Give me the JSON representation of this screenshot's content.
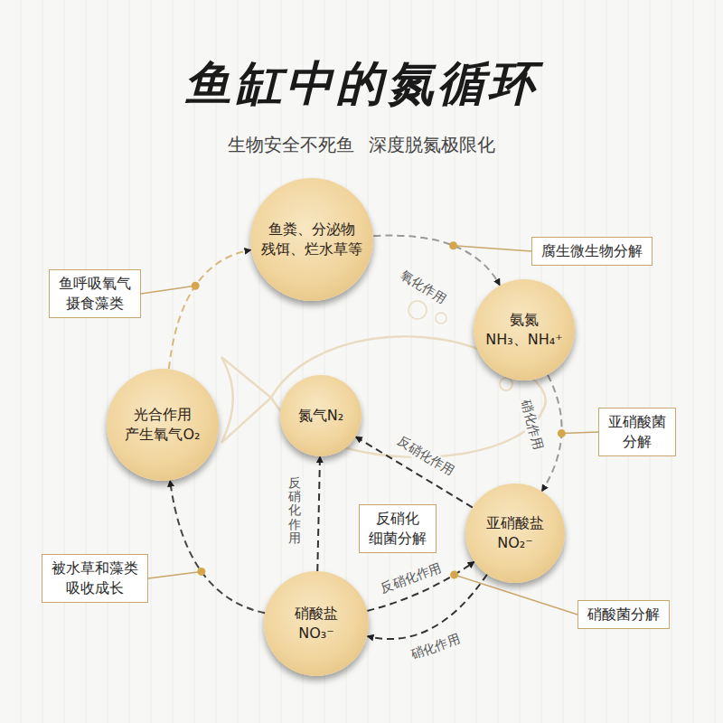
{
  "diagram": {
    "title": "鱼缸中的氮循环",
    "nodes": [
      {
        "text": [
          "鱼粪、分泌物 残饵、烂水草等"
        ]
      },
      {
        "text": [
          "氨氮",
          "NH₃、NH₄⁺"
        ]
      },
      {
        "text": [
          "亚硝酸盐",
          "NO₂⁻"
        ]
      },
      {
        "text": [
          "硝酸盐",
          "NO₃⁻"
        ]
      },
      {
        "text": [
          "光合作用 产生氧气O₂"
        ]
      },
      {
        "text": [
          "氮气N₂"
        ]
      },
      {
        "text": [
          "腐生微生物分解"
        ]
      },
      {
        "text": [
          "亚硝酸菌 分解"
        ]
      },
      {
        "text": [
          "硝酸菌分解"
        ]
      },
      {
        "text": [
          "被水草和藻类 吸收成长"
        ]
      },
      {
        "text": [
          "鱼呼吸氧气 摄食藻类"
        ]
      },
      {
        "text": [
          "反硝化 细菌分解"
        ]
      }
    ],
    "edges": [
      {
        "from": 0,
        "to": 1,
        "label": "氧化作用",
        "arrow": "to"
      },
      {
        "from": 1,
        "to": 2,
        "label": "硝化作用",
        "arrow": "to"
      },
      {
        "from": 2,
        "to": 5,
        "label": "反硝化作用",
        "arrow": "to"
      },
      {
        "from": 3,
        "to": 5,
        "label": "反硝化作用",
        "arrow": "to"
      },
      {
        "from": 3,
        "to": 2,
        "label": "反硝化作用",
        "arrow": "to"
      },
      {
        "from": 2,
        "to": 3,
        "label": "硝化作用",
        "arrow": "to"
      },
      {
        "from": 3,
        "to": 4,
        "arrow": "to"
      },
      {
        "from": 4,
        "to": 0,
        "arrow": "to"
      }
    ],
    "labels": [
      "生物安全不死鱼",
      "深度脱氮极限化"
    ]
  }
}
